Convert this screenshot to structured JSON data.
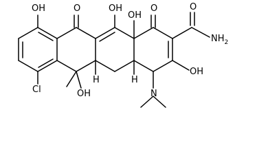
{
  "molecule": {
    "atom_labels": {
      "oh_left": "OH",
      "ketone_mid": "O",
      "oh_top": "OH",
      "oh_ring": "OH",
      "ketone_right": "O",
      "amide_o": "O",
      "amide_nh2": "NH",
      "amide_nh2_sub": "2",
      "oh_right": "OH",
      "oh_bottom": "OH",
      "cl": "Cl",
      "h_left": "H",
      "h_right": "H",
      "n": "N"
    }
  }
}
